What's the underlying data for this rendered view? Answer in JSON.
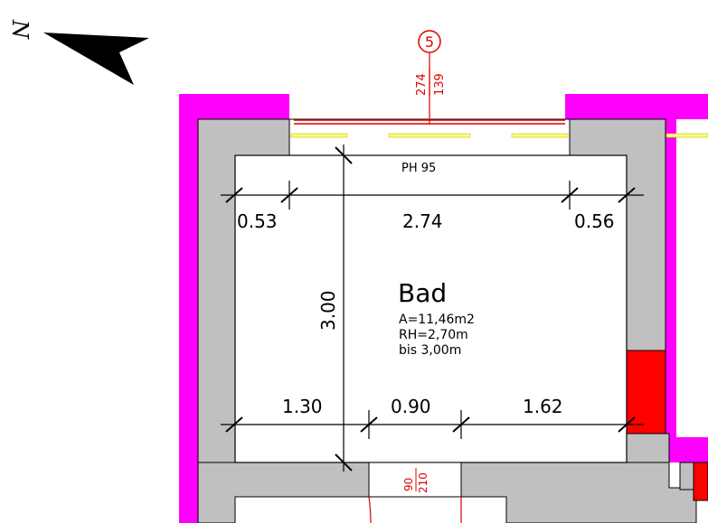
{
  "north": {
    "label": "N"
  },
  "axis": {
    "number": "5",
    "top_value": "274",
    "bottom_value": "139"
  },
  "window_label": "PH 95",
  "dimensions": {
    "top": [
      "0.53",
      "2.74",
      "0.56"
    ],
    "left": "3.00",
    "bottom": [
      "1.30",
      "0.90",
      "1.62"
    ]
  },
  "room": {
    "name": "Bad",
    "area": "A=11,46m2",
    "height": "RH=2,70m",
    "height_to": "bis 3,00m"
  },
  "door": {
    "width": "90",
    "height": "210"
  },
  "colors": {
    "wall_exterior": "#ff00ff",
    "wall_concrete": "#c0c0c0",
    "window_glass": "#ffff80",
    "annotation": "#e00000",
    "column": "#ff0000"
  }
}
